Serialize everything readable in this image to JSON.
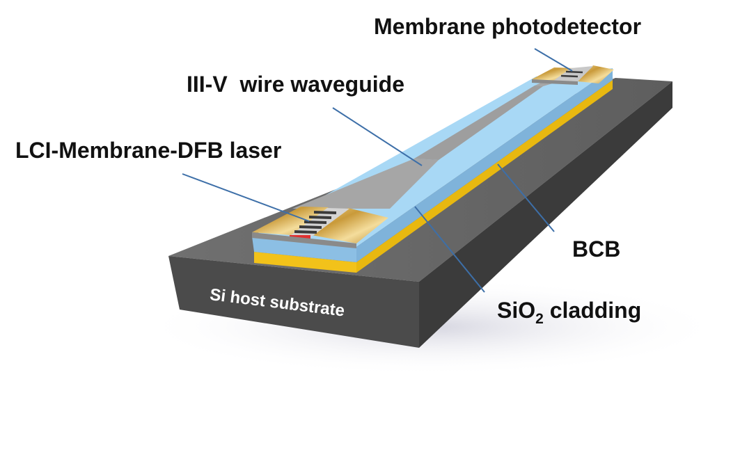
{
  "labels": {
    "photodetector": "Membrane photodetector",
    "waveguide": "III-V  wire waveguide",
    "laser": "LCI-Membrane-DFB laser",
    "bcb": "BCB",
    "sio2_prefix": "SiO",
    "sio2_subscript": "2",
    "sio2_suffix": " cladding",
    "substrate": "Si host substrate"
  },
  "colors": {
    "substrate_top": "#6b6b6b",
    "substrate_front": "#4a4a4a",
    "substrate_side": "#3c3c3c",
    "bcb_layer": "#f5c518",
    "sio2_layer": "#9fd2f2",
    "sio2_front": "#8ab8da",
    "waveguide": "#a9a9a9",
    "contact_pad": "#d9b25a",
    "laser_active": "#e03030",
    "leader_line": "#3d6fa8"
  }
}
